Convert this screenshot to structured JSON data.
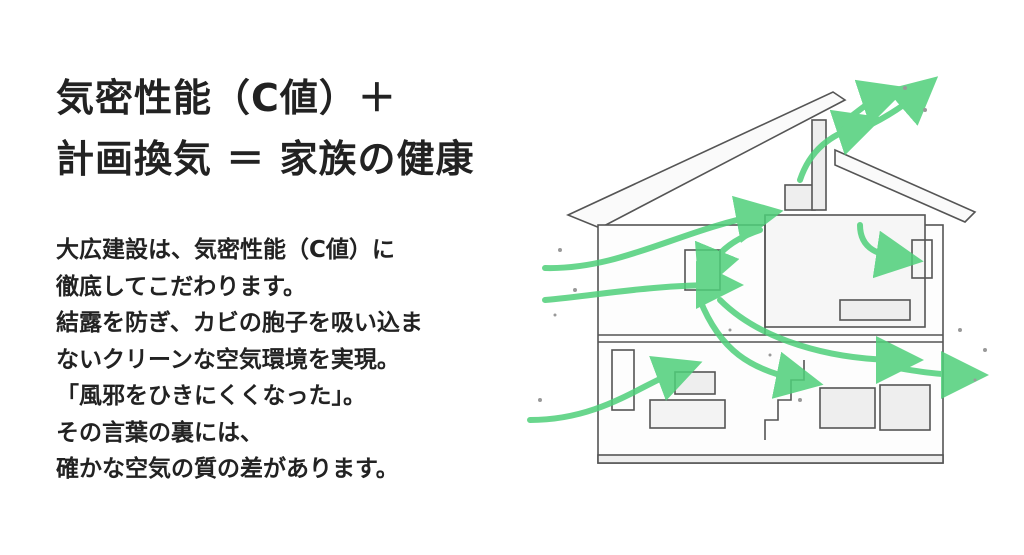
{
  "headline": {
    "line1": "気密性能（C値）＋",
    "line2": "計画換気 ＝ 家族の健康"
  },
  "body_lines": [
    "大広建設は、気密性能（C値）に",
    "徹底してこだわります。",
    "結露を防ぎ、カビの胞子を吸い込ま",
    "ないクリーンな空気環境を実現。",
    "「風邪をひきにくくなった」。",
    "その言葉の裏には、",
    "確かな空気の質の差があります。"
  ],
  "illustration": {
    "subject": "house-ventilation-cutaway",
    "airflow_color": "#4fd07a"
  }
}
